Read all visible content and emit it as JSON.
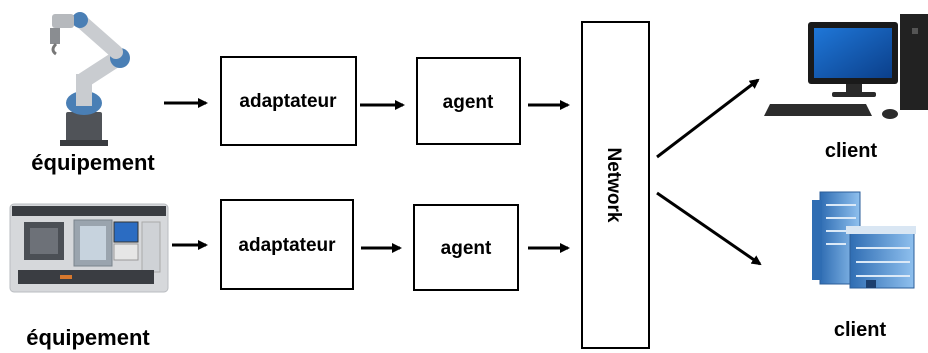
{
  "equipment_label_top": "équipement",
  "equipment_label_bottom": "équipement",
  "adapter_top": "adaptateur",
  "adapter_bottom": "adaptateur",
  "agent_top": "agent",
  "agent_bottom": "agent",
  "network": "Network",
  "client_top": "client",
  "client_bottom": "client",
  "icons": {
    "equipment_top": "robot-arm-icon",
    "equipment_bottom": "cnc-lathe-icon",
    "client_top": "desktop-computer-icon",
    "client_bottom": "office-building-icon"
  },
  "colors": {
    "robot_joint": "#4a7fb5",
    "building": "#4f8ed0"
  }
}
